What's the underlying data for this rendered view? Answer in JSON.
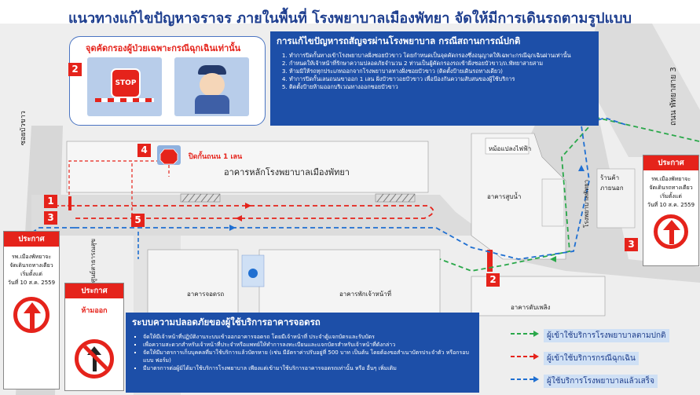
{
  "title": "แนวทางแก้ไขปัญหาจราจร ภายในพื้นที่ โรงพยาบาลเมืองพัทยา จัดให้มีการเดินรถตามรูปแบบ",
  "screening_box": {
    "title": "จุดคัดกรองผู้ป่วยเฉพาะกรณีฉุกเฉินเท่านั้น",
    "stop_text": "STOP"
  },
  "panel_solution": {
    "heading": "การแก้ไขปัญหารถสัญจรผ่านโรงพยาบาล กรณีสถานการณ์ปกติ",
    "items": [
      "ทำการปิดกั้นทางเข้าโรงพยาบาลฝั่งซอยบัวขาว โดยกำหนดเป็นจุดคัดกรองซึ่งอนุญาตให้เฉพาะกรณีฉุกเฉินผ่านเท่านั้น",
      "กำหนดให้เจ้าหน้าที่รักษาความปลอดภัยจำนวน 2 ท่านเป็นผู้คัดกรองรถเข้าฝั่งซอยบัวขาว/ถ.พัทยาสายสาม",
      "ห้ามมิให้รถทุกประเภทออกจากโรงพยาบาลทางฝั่งซอยบัวขาว (ติดตั้งป้ายเดินรถทางเดียว)",
      "ทำการปิดกั้นเลนถนนขาออก 1 เลน ฝั่งบัวขาวอยบัวขาว เพื่อป้องกันความสับสนของผู้ใช้บริการ",
      "ติดตั้งป้ายห้ามออกบริเวณทางออกซอยบัวขาว"
    ]
  },
  "panel_safety": {
    "heading": "ระบบความปลอดภัยของผู้ใช้บริการอาคารจอดรถ",
    "items": [
      "จัดให้มีเจ้าหน้าที่ปฏิบัติงานระบบเข้าออกอาคารจอดรถ โดยมีเจ้าหน้าที่ ประจำตู้แจกบัตรและรับบัตร",
      "เพื่อความสะดวกสำหรับเจ้าหน้าที่ประจำหรือแพทย์ให้ทำการลงทะเบียนและแจกบัตรสำหรับเจ้าหน้าที่ดังกล่าว",
      "จัดให้มีมาตรการเก็บบุคคลที่มาใช้บริการแล้วบัตรหาย (เช่น มีอัตราค่าปรับอยู่ที่ 500 บาท เป็นต้น โดยต้องขอสำเนาบัตรประจำตัว หรือกรอบแบบ ฟอร์ม)",
      "มีมาตรการต่อผู้มิได้มาใช้บริการโรงพยาบาล เพียงแต่เข้ามาใช้บริการอาคารจอดรถเท่านั้น หรือ อื่นๆ เพิ่มเติม"
    ]
  },
  "map_labels": {
    "main_building": "อาคารหลักโรงพยาบาลเมืองพัทยา",
    "close_lane": "ปิดกั้นถนน 1 เลน",
    "soi": "ซอยบัวขาว",
    "road3": "ถนน พัทยาสาย 3",
    "transformer": "หม้อแปลงไฟฟ้า",
    "water_building": "อาคารสูบน้ำ",
    "parking_building": "อาคารจอดรถ",
    "staff_residence": "อาคารพักเจ้าหน้าที่",
    "health_center": "ศูนย์สาธารณสุข",
    "fire_building": "อาคารดับเพลิง",
    "shop": "ร้านค้า ภายนอก",
    "pattaya_hospital": "โรงพยาบาลพัทยา"
  },
  "numbers": [
    "1",
    "2",
    "3",
    "4",
    "5"
  ],
  "notice_left": {
    "header": "ประกาศ",
    "lines": [
      "รพ.เมืองพัทยาจะ",
      "จัดเดินรถทางเดียว",
      "เริ่มตั้งแต่",
      "วันที่ 10 ส.ค. 2559"
    ]
  },
  "notice_right": {
    "header": "ประกาศ",
    "lines": [
      "รพ.เมืองพัทยาจะ",
      "จัดเดินรถทางเดียว",
      "เริ่มตั้งแต่",
      "วันที่ 10 ส.ค. 2559"
    ]
  },
  "notice_no_exit": {
    "header": "ประกาศ",
    "text": "ห้ามออก"
  },
  "legend": [
    {
      "label": "ผู้เข้าใช้บริการโรงพยาบาลตามปกติ",
      "color": "#2aa84a"
    },
    {
      "label": "ผู้เข้าใช้บริการกรณีฉุกเฉิน",
      "color": "#e5231b"
    },
    {
      "label": "ผู้ใช้บริการโรงพยาบาลแล้วเสร็จ",
      "color": "#1f6fd1"
    }
  ],
  "colors": {
    "panel_blue": "#1d4fa8",
    "red": "#e5231b",
    "title_blue": "#1f3f8f"
  }
}
